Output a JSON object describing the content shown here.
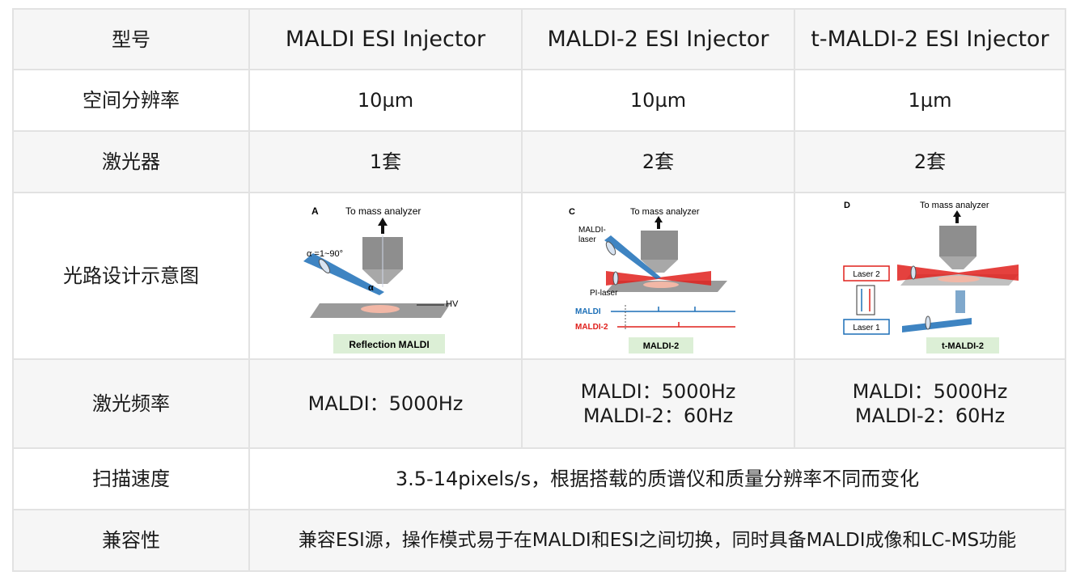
{
  "columns": {
    "label": "型号",
    "models": [
      "MALDI ESI Injector",
      "MALDI-2 ESI Injector",
      "t-MALDI-2 ESI Injector"
    ]
  },
  "rows": {
    "resolution": {
      "label": "空间分辨率",
      "values": [
        "10µm",
        "10µm",
        "1µm"
      ]
    },
    "lasers": {
      "label": "激光器",
      "values": [
        "1套",
        "2套",
        "2套"
      ]
    },
    "optical": {
      "label": "光路设计示意图",
      "diagrams": [
        {
          "letter": "A",
          "top_label": "To mass analyzer",
          "angle_label": "α =1~90°",
          "alpha": "α",
          "hv_label": "HV",
          "caption": "Reflection MALDI"
        },
        {
          "letter": "C",
          "top_label": "To mass analyzer",
          "laser1": "MALDI-",
          "laser1b": "laser",
          "laser2": "PI-laser",
          "trace1": "MALDI",
          "trace2": "MALDI-2",
          "caption": "MALDI-2"
        },
        {
          "letter": "D",
          "top_label": "To mass analyzer",
          "laser2": "Laser 2",
          "laser1": "Laser 1",
          "caption": "t-MALDI-2"
        }
      ]
    },
    "frequency": {
      "label": "激光频率",
      "values": [
        [
          "MALDI：5000Hz"
        ],
        [
          "MALDI：5000Hz",
          "MALDI-2：60Hz"
        ],
        [
          "MALDI：5000Hz",
          "MALDI-2：60Hz"
        ]
      ]
    },
    "scan": {
      "label": "扫描速度",
      "value": "3.5-14pixels/s，根据搭载的质谱仪和质量分辨率不同而变化"
    },
    "compat": {
      "label": "兼容性",
      "value": "兼容ESI源，操作模式易于在MALDI和ESI之间切换，同时具备MALDI成像和LC-MS功能"
    }
  },
  "colors": {
    "shade": "#f6f6f6",
    "border": "#e2e2e2",
    "caption_bg": "#dcefd6",
    "red_laser": "#e0201c",
    "blue_laser": "#1c6fb7"
  }
}
